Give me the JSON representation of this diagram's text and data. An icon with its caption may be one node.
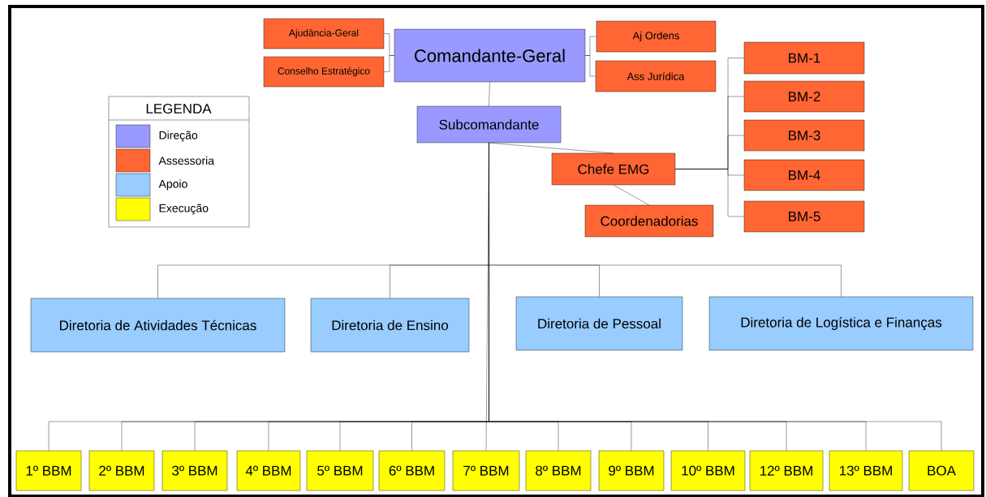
{
  "diagram": {
    "nodes": [
      {
        "text": [
          "Comandante-Geral"
        ]
      },
      {
        "text": [
          "Ajudância-Geral"
        ]
      },
      {
        "text": [
          "Conselho Estratégico"
        ]
      },
      {
        "text": [
          "Aj Ordens"
        ]
      },
      {
        "text": [
          "Ass Jurídica"
        ]
      },
      {
        "text": [
          "Subcomandante"
        ]
      },
      {
        "text": [
          "Chefe EMG"
        ]
      },
      {
        "text": [
          "Coordenadorias"
        ]
      },
      {
        "text": [
          "BM-1"
        ]
      },
      {
        "text": [
          "BM-2"
        ]
      },
      {
        "text": [
          "BM-3"
        ]
      },
      {
        "text": [
          "BM-4"
        ]
      },
      {
        "text": [
          "BM-5"
        ]
      },
      {
        "text": [
          "Diretoria de Atividades Técnicas"
        ]
      },
      {
        "text": [
          "Diretoria de Ensino"
        ]
      },
      {
        "text": [
          "Diretoria de Pessoal"
        ]
      },
      {
        "text": [
          "Diretoria de Logística e Finanças"
        ]
      },
      {
        "text": [
          "1º BBM"
        ]
      },
      {
        "text": [
          "2º BBM"
        ]
      },
      {
        "text": [
          "3º BBM"
        ]
      },
      {
        "text": [
          "4º BBM"
        ]
      },
      {
        "text": [
          "5º BBM"
        ]
      },
      {
        "text": [
          "6º BBM"
        ]
      },
      {
        "text": [
          "7º BBM"
        ]
      },
      {
        "text": [
          "8º BBM"
        ]
      },
      {
        "text": [
          "9º BBM"
        ]
      },
      {
        "text": [
          "10º BBM"
        ]
      },
      {
        "text": [
          "12º BBM"
        ]
      },
      {
        "text": [
          "13º BBM"
        ]
      },
      {
        "text": [
          "BOA"
        ]
      }
    ],
    "edges": [
      {
        "from": 0,
        "to": 1,
        "arrow": "none"
      },
      {
        "from": 0,
        "to": 2,
        "arrow": "none"
      },
      {
        "from": 0,
        "to": 3,
        "arrow": "none"
      },
      {
        "from": 0,
        "to": 4,
        "arrow": "none"
      },
      {
        "from": 0,
        "to": 5,
        "arrow": "none"
      },
      {
        "from": 5,
        "to": 6,
        "arrow": "none"
      },
      {
        "from": 6,
        "to": 7,
        "arrow": "none"
      },
      {
        "from": 6,
        "to": 8,
        "arrow": "none"
      },
      {
        "from": 6,
        "to": 9,
        "arrow": "none"
      },
      {
        "from": 6,
        "to": 10,
        "arrow": "none"
      },
      {
        "from": 6,
        "to": 11,
        "arrow": "none"
      },
      {
        "from": 6,
        "to": 12,
        "arrow": "none"
      },
      {
        "from": 5,
        "to": 13,
        "arrow": "none"
      },
      {
        "from": 5,
        "to": 14,
        "arrow": "none"
      },
      {
        "from": 5,
        "to": 15,
        "arrow": "none"
      },
      {
        "from": 5,
        "to": 16,
        "arrow": "none"
      },
      {
        "from": 5,
        "to": 17,
        "arrow": "none"
      },
      {
        "from": 5,
        "to": 18,
        "arrow": "none"
      },
      {
        "from": 5,
        "to": 19,
        "arrow": "none"
      },
      {
        "from": 5,
        "to": 20,
        "arrow": "none"
      },
      {
        "from": 5,
        "to": 21,
        "arrow": "none"
      },
      {
        "from": 5,
        "to": 22,
        "arrow": "none"
      },
      {
        "from": 5,
        "to": 23,
        "arrow": "none"
      },
      {
        "from": 5,
        "to": 24,
        "arrow": "none"
      },
      {
        "from": 5,
        "to": 25,
        "arrow": "none"
      },
      {
        "from": 5,
        "to": 26,
        "arrow": "none"
      },
      {
        "from": 5,
        "to": 27,
        "arrow": "none"
      },
      {
        "from": 5,
        "to": 28,
        "arrow": "none"
      },
      {
        "from": 5,
        "to": 29,
        "arrow": "none"
      }
    ],
    "labels": [
      "LEGENDA"
    ],
    "legend": [
      {
        "text": "Direção",
        "color": "#9999ff"
      },
      {
        "text": "Assessoria",
        "color": "#ff6633"
      },
      {
        "text": "Apoio",
        "color": "#99ccff"
      },
      {
        "text": "Execução",
        "color": "#ffff00"
      }
    ]
  }
}
